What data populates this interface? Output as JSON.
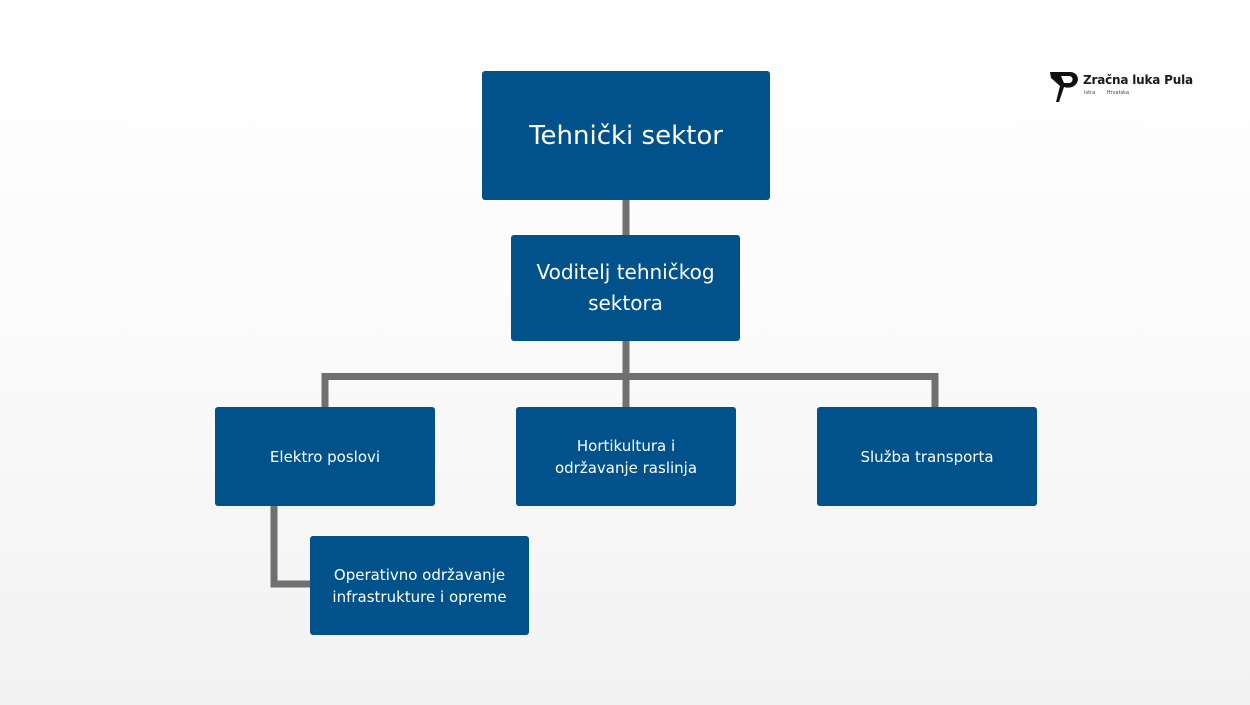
{
  "logo": {
    "name": "Zračna luka Pula",
    "sub_left": "Istra",
    "sub_right": "Hrvatska"
  },
  "colors": {
    "box_fill": "#01528a",
    "box_text": "#ffffff",
    "connector": "#707070"
  },
  "org_chart": {
    "root": "Tehnički sektor",
    "manager": {
      "line1": "Voditelj tehničkog",
      "line2": "sektora"
    },
    "departments": {
      "elektro": "Elektro poslovi",
      "hortikultura": {
        "line1": "Hortikultura i",
        "line2": "održavanje raslinja"
      },
      "transport": "Služba transporta"
    },
    "sub_units": {
      "operativno": {
        "line1": "Operativno održavanje",
        "line2": "infrastrukture i opreme"
      }
    }
  }
}
